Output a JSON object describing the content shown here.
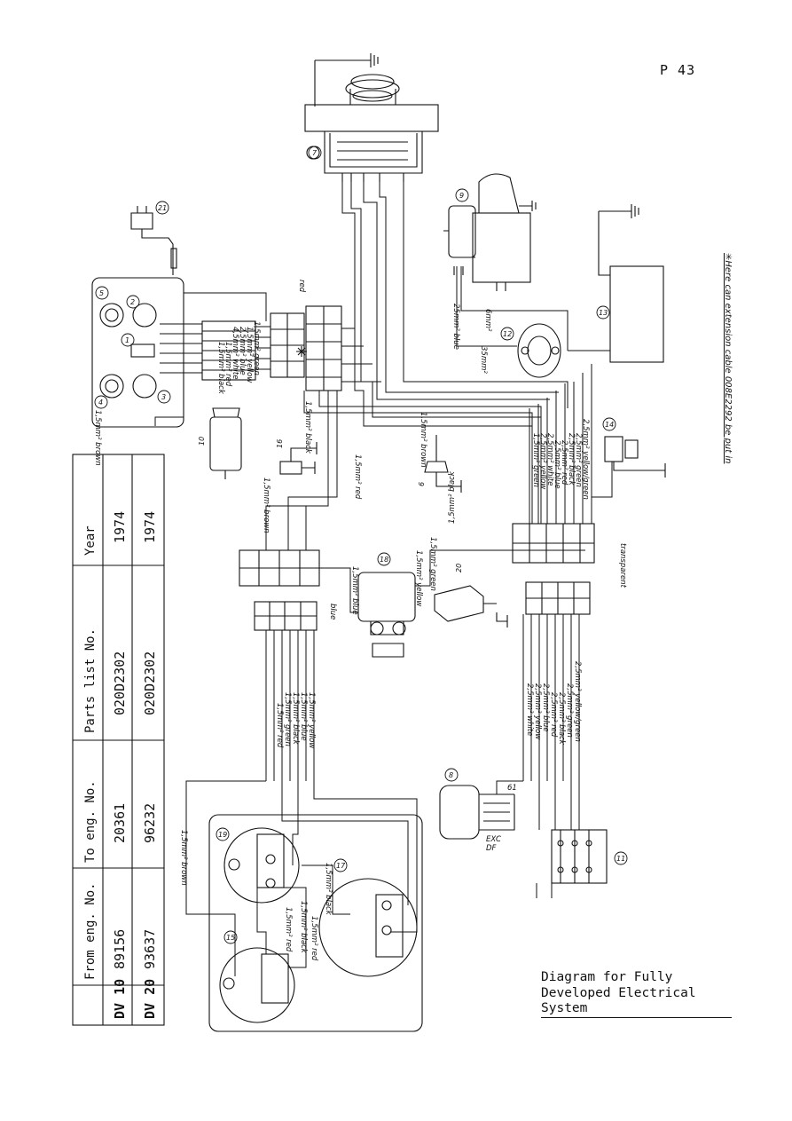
{
  "page": {
    "number": "P 43"
  },
  "caption": {
    "line1": "Diagram for Fully",
    "line2": "Developed Electrical",
    "line3": "System"
  },
  "footnote": "✳Here can extension cable 008E2292 be put in",
  "parts_table": {
    "headers": [
      "From eng. No.",
      "To eng. No.",
      "Parts list No.",
      "Year"
    ],
    "rows": [
      {
        "model": "DV 10",
        "from": "89156",
        "to": "20361",
        "parts": "020D2302",
        "year": "1974"
      },
      {
        "model": "DV 20",
        "from": "93637",
        "to": "96232",
        "parts": "020D2302",
        "year": "1974"
      }
    ]
  },
  "components": {
    "c1": "1",
    "c2": "2",
    "c3": "3",
    "c4": "4",
    "c5": "5",
    "c6": "6",
    "c7": "7",
    "c8": "8",
    "c9": "9",
    "c10": "10",
    "c11": "11",
    "c12": "12",
    "c13": "13",
    "c14": "14",
    "c15": "15",
    "c16": "16",
    "c17": "17",
    "c18": "18",
    "c19": "19",
    "c20": "20",
    "c21": "21"
  },
  "wire_labels": {
    "harness_top": [
      "1,5mm² green",
      "1,5mm² yellow",
      "2,5mm² blue",
      "4,5mm² white",
      "1,5mm² red",
      "1,5mm² black"
    ],
    "red": "red",
    "brown_left": "1,5mm² brown",
    "black_mid": "1,5mm² black",
    "blue_25": "25mm² blue",
    "blue_6": "6mm²",
    "mm35": "35mm²",
    "brown_6": "1,5mm² brown",
    "red_15": "1,5mm² red",
    "brown_16": "1,5mm² brown",
    "harness_right": [
      "1,5mm² green",
      "2,5mm² yellow",
      "2,5mm² white",
      "2,5mm² blue",
      "2,5mm² red",
      "2,5mm² black",
      "2,5mm² green",
      "2,5mm² yellow/green"
    ],
    "black_15": "1,5mm² black",
    "transparent": "transparent",
    "blue_conn": "blue",
    "blue_18": "1,5mm² blue",
    "yellow_20": "1,5mm² yellow",
    "green_20": "1,5mm² green",
    "harness_mid": [
      "1,5mm² red",
      "1,5mm² green",
      "1,5mm² black",
      "1,5mm² blue",
      "1,5mm² yellow"
    ],
    "harness_low": [
      "2,5mm² white",
      "2,5mm² yellow",
      "2,5mm² blue",
      "2,5mm² red",
      "2,5mm² black",
      "2,5mm² green",
      "2,5mm² yellow/green"
    ],
    "brown_bottom": "1,5mm² brown",
    "red_a": "1,5mm² red",
    "black_a": "1,5mm² black",
    "red_b": "1,5mm² red",
    "black_b": "1,5mm² black",
    "term_exc": "EXC",
    "term_df": "DF",
    "term_61": "61"
  }
}
